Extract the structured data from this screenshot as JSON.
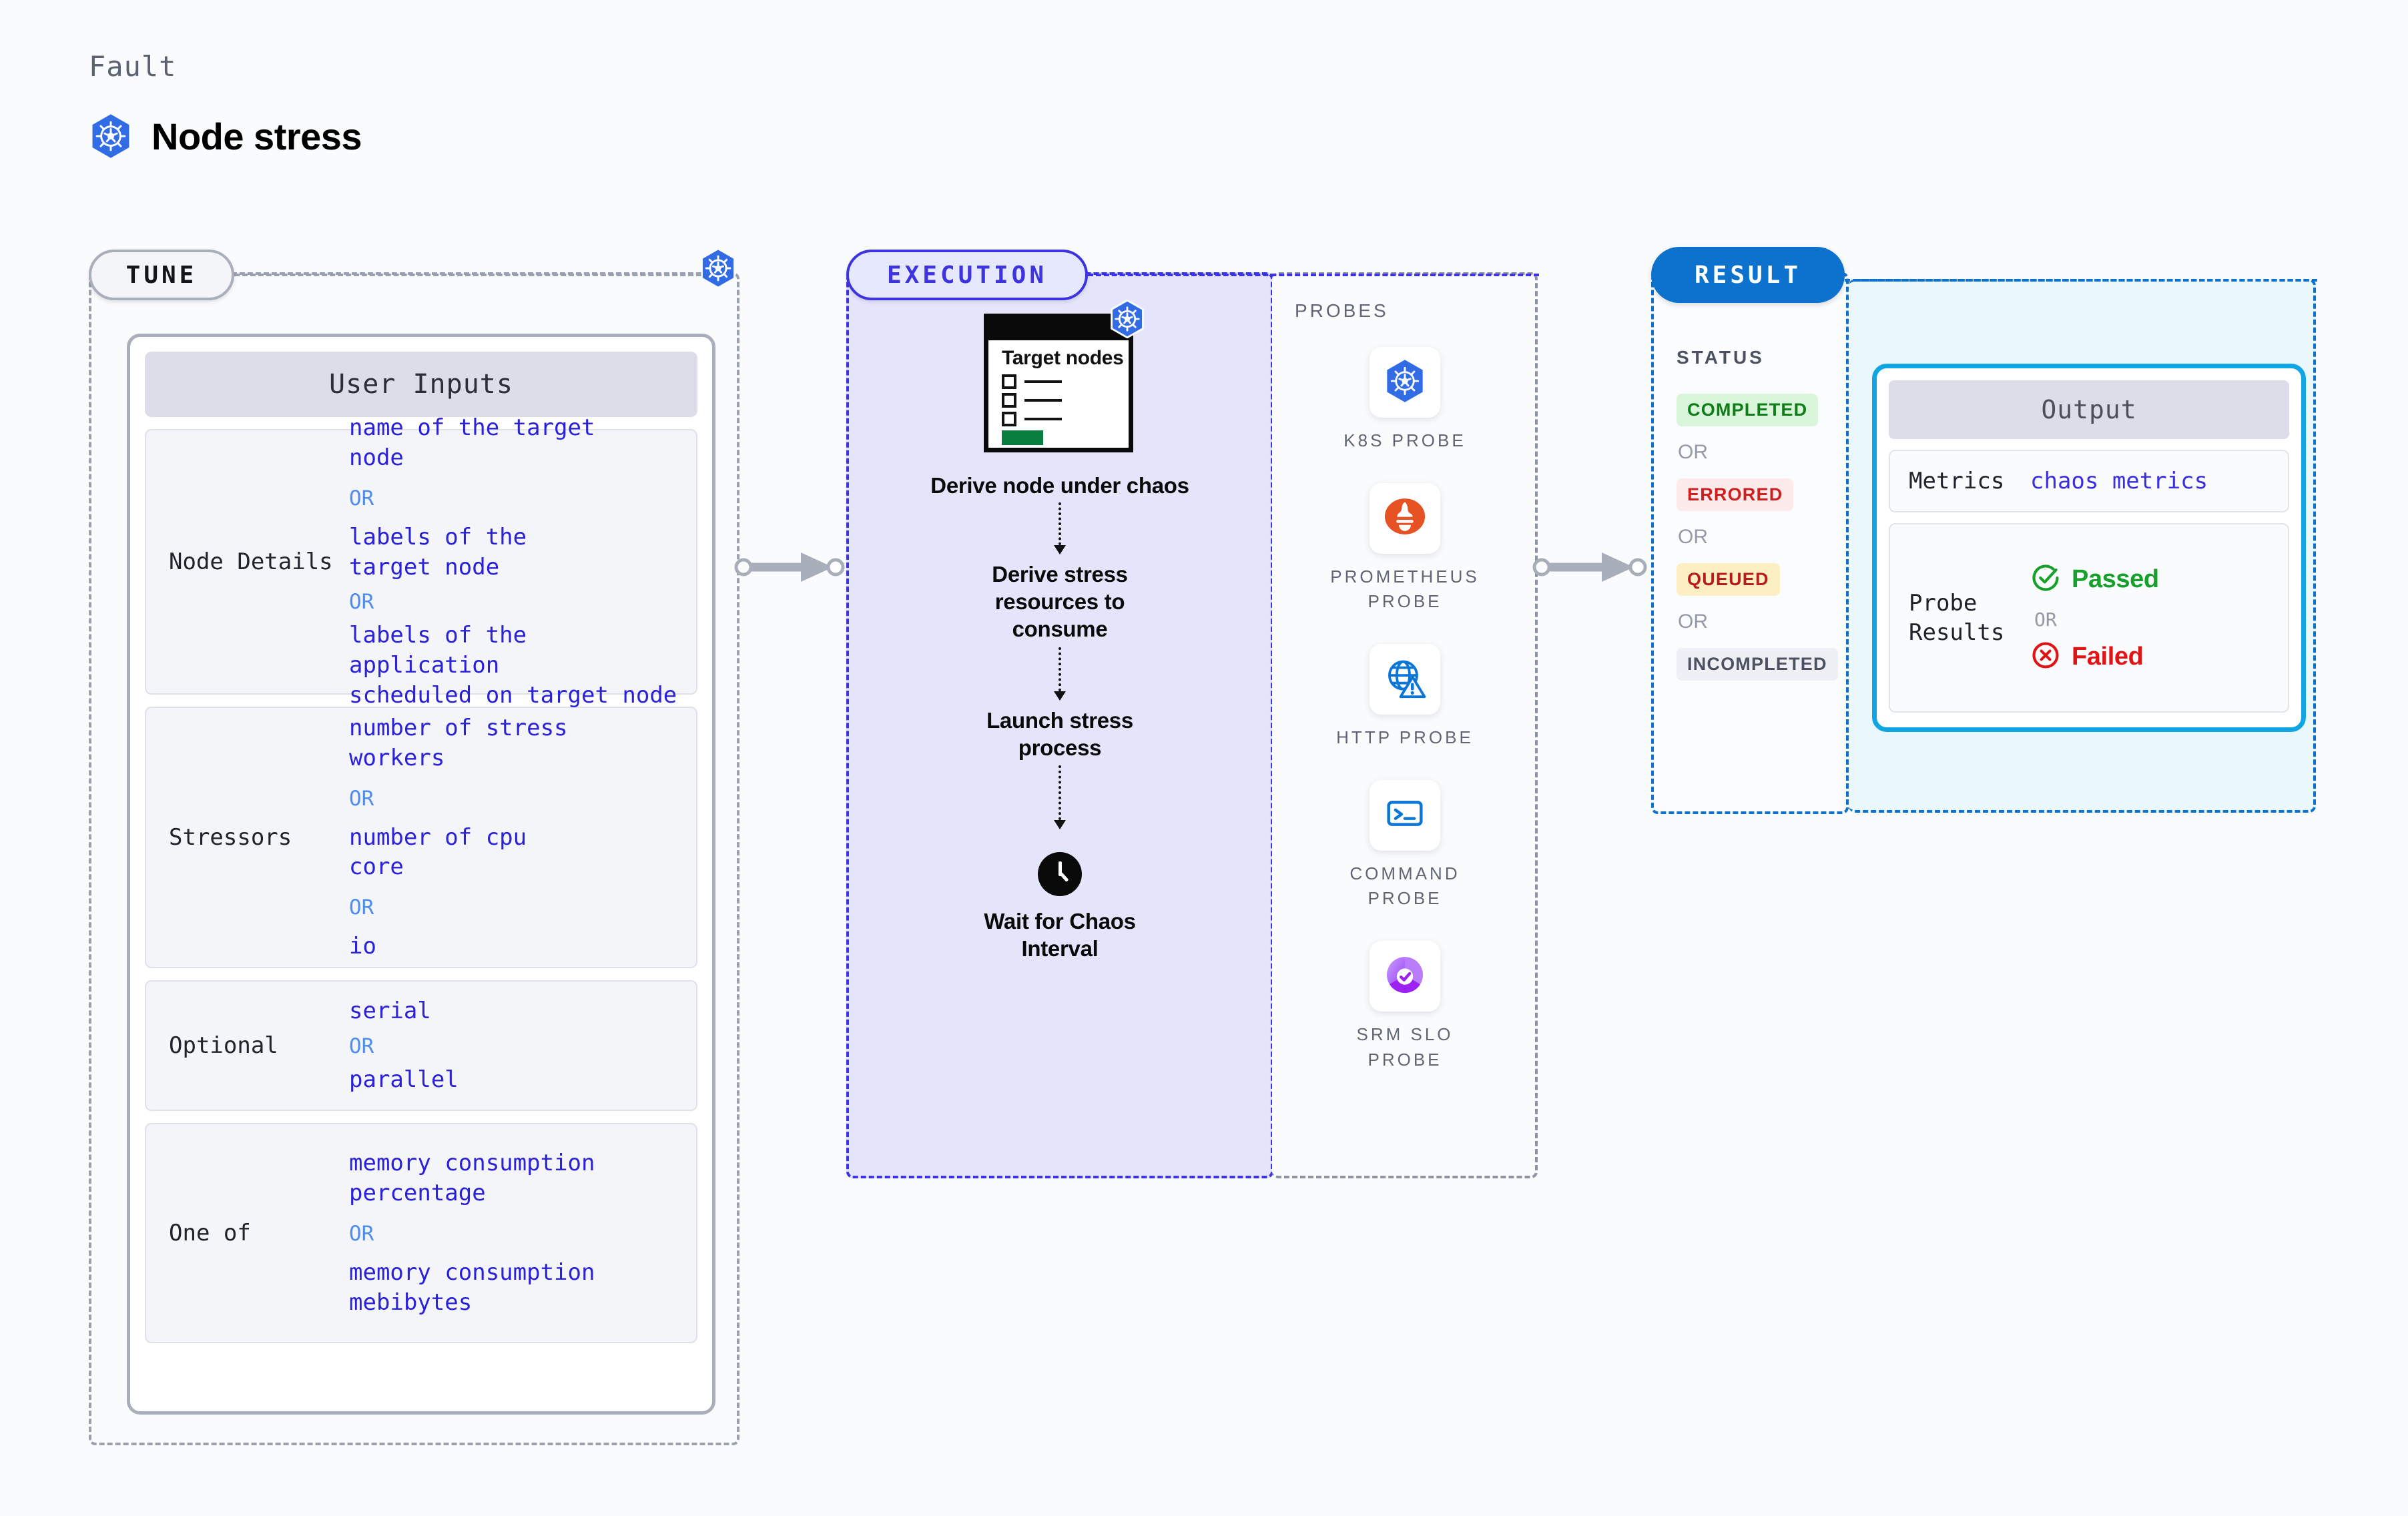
{
  "header": {
    "fault_label": "Fault",
    "title": "Node stress",
    "icon": "kubernetes-icon"
  },
  "stages": {
    "tune": {
      "label": "TUNE"
    },
    "execution": {
      "label": "EXECUTION"
    },
    "result": {
      "label": "RESULT"
    }
  },
  "tune": {
    "card_title": "User Inputs",
    "or_label": "OR",
    "rows": [
      {
        "label": "Node Details",
        "values": [
          "name of the target\nnode",
          "labels of the\ntarget node",
          "labels of the application\n scheduled on target node"
        ]
      },
      {
        "label": "Stressors",
        "values": [
          "number of stress\nworkers",
          "number of cpu\ncore",
          "io"
        ]
      },
      {
        "label": "Optional",
        "values": [
          "serial",
          "parallel"
        ]
      },
      {
        "label": "One of",
        "values": [
          "memory consumption\npercentage",
          "memory consumption\nmebibytes"
        ]
      }
    ]
  },
  "execution": {
    "card": {
      "title": "Target\nnodes",
      "icon": "kubernetes-icon"
    },
    "steps": [
      "Derive node under chaos",
      "Derive stress resources to consume",
      "Launch stress process",
      "Wait for Chaos Interval"
    ],
    "clock_icon": "clock-icon"
  },
  "probes": {
    "title": "PROBES",
    "items": [
      {
        "name": "K8S PROBE",
        "icon": "kubernetes-icon"
      },
      {
        "name": "PROMETHEUS PROBE",
        "icon": "prometheus-icon"
      },
      {
        "name": "HTTP PROBE",
        "icon": "globe-warning-icon"
      },
      {
        "name": "COMMAND PROBE",
        "icon": "terminal-icon"
      },
      {
        "name": "SRM SLO PROBE",
        "icon": "srm-slo-icon"
      }
    ]
  },
  "result": {
    "status_title": "STATUS",
    "or_label": "OR",
    "statuses": [
      {
        "label": "COMPLETED",
        "color": "#0f7d17",
        "bg": "#d9f5da"
      },
      {
        "label": "ERRORED",
        "color": "#cf1e1e",
        "bg": "#fdeaea"
      },
      {
        "label": "QUEUED",
        "color": "#b81c1c",
        "bg": "#fcefc4"
      },
      {
        "label": "INCOMPLETED",
        "color": "#4b5160",
        "bg": "#eef0f5"
      }
    ],
    "output": {
      "title": "Output",
      "metrics_label": "Metrics",
      "metrics_value": "chaos metrics",
      "probe_results_label": "Probe\nResults",
      "passed_label": "Passed",
      "failed_label": "Failed",
      "or_label": "OR",
      "passed_icon": "check-circle-icon",
      "failed_icon": "x-circle-icon"
    }
  },
  "colors": {
    "accent_blue": "#0d72ce",
    "exec_purple": "#3d34e0",
    "value_blue": "#2b21d8",
    "or_blue": "#4e8dec",
    "page_bg": "#fafbfc"
  }
}
